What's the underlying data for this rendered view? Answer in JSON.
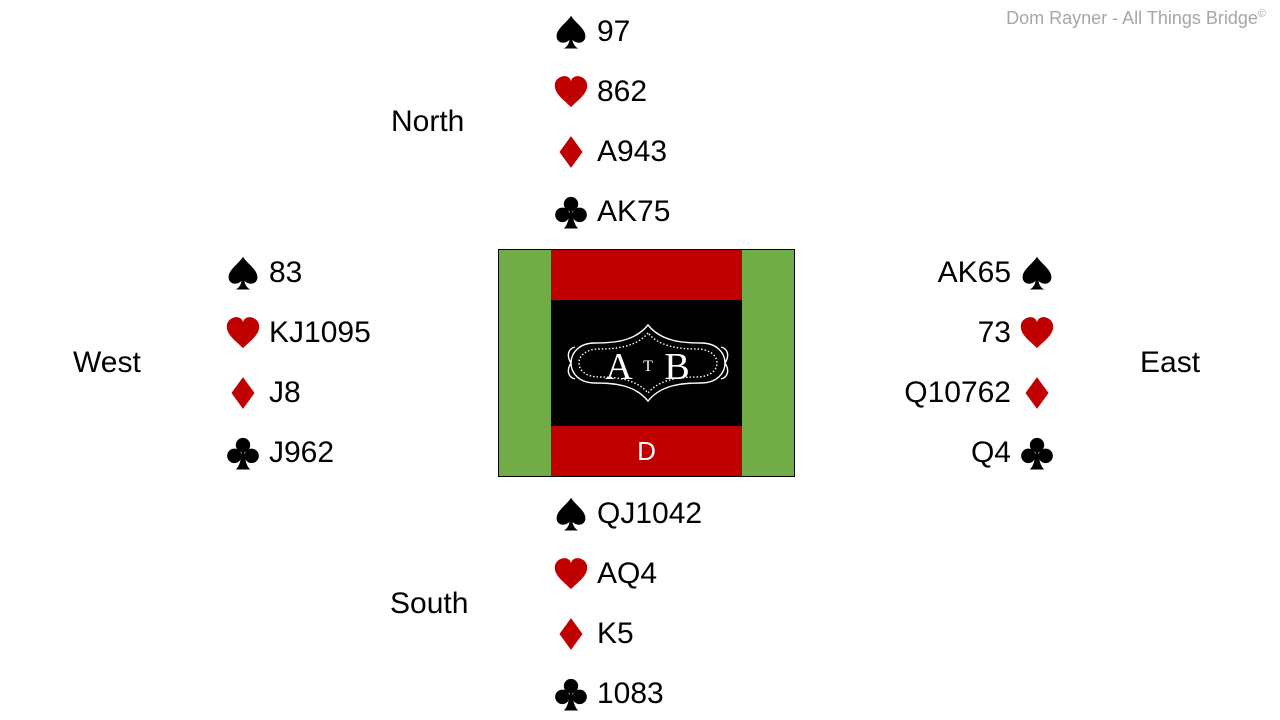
{
  "credit": {
    "text": "Dom Rayner  - All Things Bridge",
    "mark": "©"
  },
  "colors": {
    "red_suit": "#c00000",
    "black_suit": "#000000",
    "table_green": "#70ad47",
    "table_red": "#c00000",
    "table_center": "#000000",
    "credit_gray": "#a6a6a6"
  },
  "seats": {
    "north": {
      "label": "North",
      "spades": "97",
      "hearts": "862",
      "diamonds": "A943",
      "clubs": "AK75"
    },
    "west": {
      "label": "West",
      "spades": "83",
      "hearts": "KJ1095",
      "diamonds": "J8",
      "clubs": "J962"
    },
    "east": {
      "label": "East",
      "spades": "AK65",
      "hearts": "73",
      "diamonds": "Q10762",
      "clubs": "Q4"
    },
    "south": {
      "label": "South",
      "spades": "QJ1042",
      "hearts": "AQ4",
      "diamonds": "K5",
      "clubs": "1083"
    }
  },
  "table": {
    "dealer": "D",
    "logo_text": {
      "left": "A",
      "middle": "T",
      "right": "B"
    }
  },
  "icons": {
    "spade": "spade-icon",
    "heart": "heart-icon",
    "diamond": "diamond-icon",
    "club": "club-icon"
  }
}
